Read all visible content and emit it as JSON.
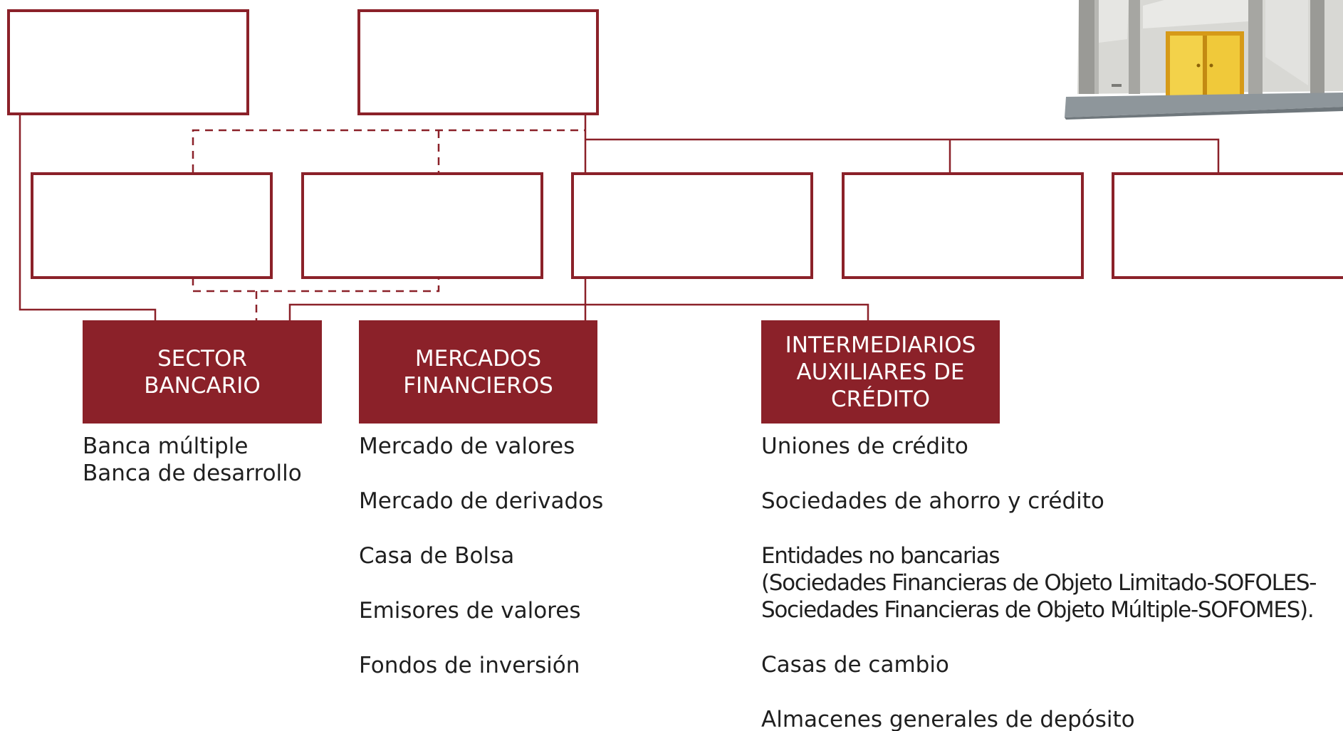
{
  "colors": {
    "accent": "#8b2129",
    "text": "#1f1f1f",
    "background": "#ffffff"
  },
  "sectors": [
    {
      "id": "sector-bancario",
      "title": "SECTOR\nBANCARIO",
      "items": [
        "Banca múltiple",
        "Banca de desarrollo"
      ]
    },
    {
      "id": "mercados-financieros",
      "title": "MERCADOS\nFINANCIEROS",
      "items": [
        "Mercado de valores",
        "Mercado de derivados",
        "Casa de Bolsa",
        "Emisores de valores",
        "Fondos de inversión"
      ]
    },
    {
      "id": "intermediarios-auxiliares",
      "title": "INTERMEDIARIOS\nAUXILIARES DE\nCRÉDITO",
      "items": [
        "Uniones de crédito",
        "Sociedades de ahorro y crédito",
        "Entidades no bancarias\n(Sociedades Financieras de Objeto Limitado-SOFOLES-\nSociedades Financieras de Objeto Múltiple-SOFOMES).",
        "Casas de cambio",
        "Almacenes generales de depósito"
      ]
    }
  ]
}
